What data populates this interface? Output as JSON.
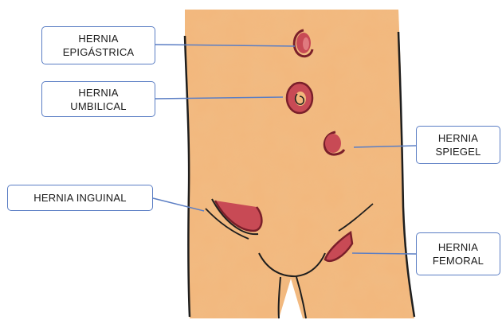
{
  "labels": {
    "epigastrica": "HERNIA\nEPIGÁSTRICA",
    "umbilical": "HERNIA\nUMBILICAL",
    "spiegel": "HERNIA\nSPIEGEL",
    "inguinal": "HERNIA INGUINAL",
    "femoral": "HERNIA\nFEMORAL"
  },
  "colors": {
    "skin": "#f3b77c",
    "skin_shade": "#e79a5c",
    "hernia_fill": "#c84a55",
    "hernia_outline": "#7a1f2a",
    "outline": "#1e1e1e",
    "connector": "#5b7ec4",
    "label_border": "#5b7ec4"
  }
}
